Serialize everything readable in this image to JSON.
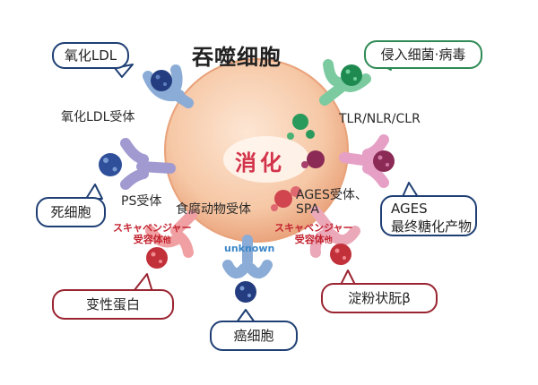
{
  "title": "吞噬细胞",
  "center_label": "消化",
  "targets": {
    "oxidized_ldl": "氧化LDL",
    "bacteria_virus": "侵入细菌·病毒",
    "dead_cell": "死细胞",
    "ages": "AGES\n最终糖化产物",
    "denatured_protein": "变性蛋白",
    "amyloid": "淀粉状朊β",
    "cancer_cell": "癌细胞"
  },
  "receptors": {
    "oxidized_ldl_receptor": "氧化LDL受体",
    "tlr": "TLR/NLR/CLR",
    "ps_receptor": "PS受体",
    "phagocyte_receptor": "食腐动物受体",
    "ages_receptor": "AGES受体、\nSPA",
    "scavenger_left": "スキャベンジャー\n受容体",
    "scavenger_right": "スキャベンジャー\n受容体",
    "scavenger_suffix": "他",
    "unknown": "unknown"
  },
  "colors": {
    "cell": "#f2b690",
    "receptor_blue": "#8aacd6",
    "receptor_green": "#7ccaa0",
    "receptor_purple": "#a09ad0",
    "receptor_pink": "#e6a0c6",
    "receptor_salmon": "#f0a0a2",
    "particle_navy": "#243d80",
    "particle_green": "#1e8a50",
    "particle_red": "#c2303a",
    "particle_maroon": "#8a2a55",
    "text_red": "#c3232f",
    "text_blue": "#3a86c8"
  }
}
